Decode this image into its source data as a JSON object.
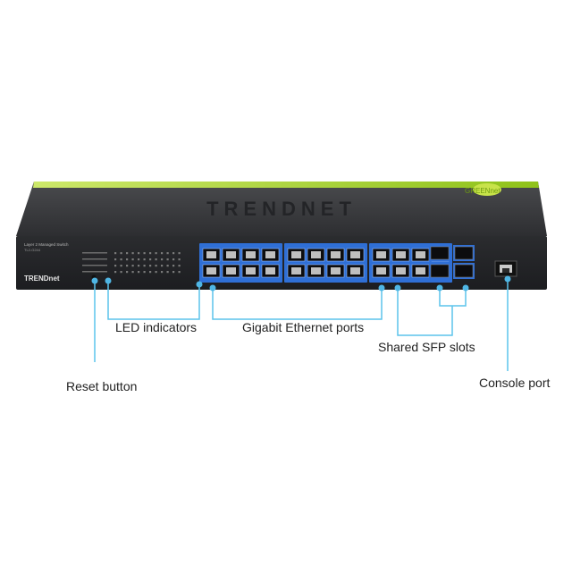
{
  "product": {
    "brand_logo": "TRENDnet",
    "model_caption": "Layer 2 Managed Switch",
    "model_number": "TL2-G244",
    "top_brand_embossed": "TRENDNET",
    "green_badge": "GREENnet"
  },
  "callouts": {
    "led": "LED indicators",
    "gigabit": "Gigabit Ethernet ports",
    "sfp": "Shared SFP slots",
    "reset": "Reset button",
    "console": "Console port"
  },
  "ports": {
    "rj45_groups": 3,
    "rj45_per_group": 8,
    "sfp_slots": 4
  },
  "colors": {
    "chassis_top": "#3a3b3d",
    "chassis_front": "#26272a",
    "green_stripe": "#9ccc1a",
    "port_frame": "#2f6fd6",
    "callout_line": "#5bc4ec",
    "dot": "#4fb6e4"
  }
}
